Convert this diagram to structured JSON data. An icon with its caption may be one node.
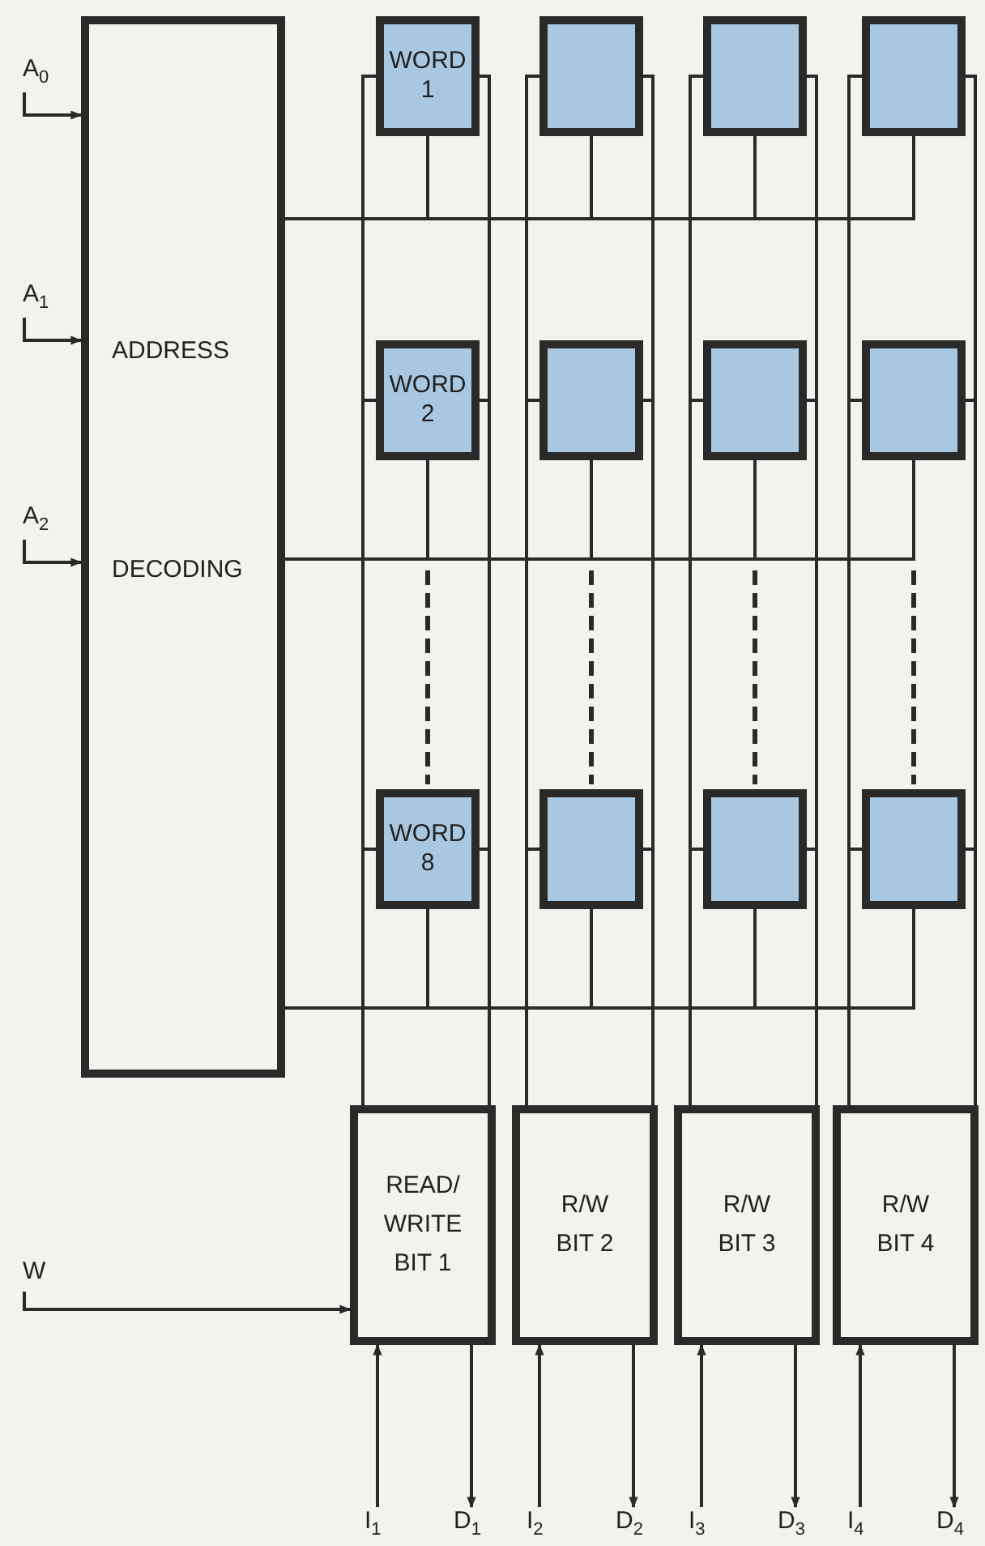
{
  "diagram": {
    "nodes": [
      {
        "text": [
          "ADDRESS",
          "DECODING"
        ]
      },
      {
        "text": [
          "WORD 1"
        ]
      },
      {
        "text": [],
        "shape": "box"
      },
      {
        "text": [],
        "shape": "box"
      },
      {
        "text": [],
        "shape": "box"
      },
      {
        "text": [
          "WORD 2"
        ]
      },
      {
        "text": [],
        "shape": "box"
      },
      {
        "text": [],
        "shape": "box"
      },
      {
        "text": [],
        "shape": "box"
      },
      {
        "text": [
          "WORD 8"
        ]
      },
      {
        "text": [],
        "shape": "box"
      },
      {
        "text": [],
        "shape": "box"
      },
      {
        "text": [],
        "shape": "box"
      },
      {
        "text": [
          "READ/ WRITE BIT 1"
        ]
      },
      {
        "text": [
          "R/W BIT 2"
        ]
      },
      {
        "text": [
          "R/W BIT 3"
        ]
      },
      {
        "text": [
          "R/W BIT 4"
        ]
      },
      {
        "text": [
          "A$_{0}$"
        ]
      },
      {
        "text": [
          "A$_{1}$"
        ]
      },
      {
        "text": [
          "A$_{2}$"
        ]
      },
      {
        "text": [
          "W"
        ]
      },
      {
        "text": [
          "I$_{1}$"
        ]
      },
      {
        "text": [
          "D$_{1}$"
        ]
      },
      {
        "text": [
          "I$_{2}$"
        ]
      },
      {
        "text": [
          "D$_{2}$"
        ]
      },
      {
        "text": [
          "I$_{3}$"
        ]
      },
      {
        "text": [
          "D$_{3}$"
        ]
      },
      {
        "text": [
          "I$_{4}$"
        ]
      },
      {
        "text": [
          "D$_{4}$"
        ]
      }
    ],
    "edges": [
      {
        "from": 17,
        "to": 0,
        "arrow": "to"
      },
      {
        "from": 18,
        "to": 0,
        "arrow": "to"
      },
      {
        "from": 19,
        "to": 0,
        "arrow": "to"
      },
      {
        "from": 0,
        "to": 1,
        "arrow": "none"
      },
      {
        "from": 0,
        "to": 2,
        "arrow": "none"
      },
      {
        "from": 0,
        "to": 3,
        "arrow": "none"
      },
      {
        "from": 0,
        "to": 4,
        "arrow": "none"
      },
      {
        "from": 0,
        "to": 5,
        "arrow": "none"
      },
      {
        "from": 0,
        "to": 6,
        "arrow": "none"
      },
      {
        "from": 0,
        "to": 7,
        "arrow": "none"
      },
      {
        "from": 0,
        "to": 8,
        "arrow": "none"
      },
      {
        "from": 0,
        "to": 9,
        "arrow": "none"
      },
      {
        "from": 0,
        "to": 10,
        "arrow": "none"
      },
      {
        "from": 0,
        "to": 11,
        "arrow": "none"
      },
      {
        "from": 0,
        "to": 12,
        "arrow": "none"
      },
      {
        "from": 1,
        "to": 13,
        "arrow": "none"
      },
      {
        "from": 2,
        "to": 14,
        "arrow": "none"
      },
      {
        "from": 3,
        "to": 15,
        "arrow": "none"
      },
      {
        "from": 4,
        "to": 16,
        "arrow": "none"
      },
      {
        "from": 5,
        "to": 13,
        "arrow": "none"
      },
      {
        "from": 6,
        "to": 14,
        "arrow": "none"
      },
      {
        "from": 7,
        "to": 15,
        "arrow": "none"
      },
      {
        "from": 8,
        "to": 16,
        "arrow": "none"
      },
      {
        "from": 9,
        "to": 13,
        "arrow": "none"
      },
      {
        "from": 10,
        "to": 14,
        "arrow": "none"
      },
      {
        "from": 11,
        "to": 15,
        "arrow": "none"
      },
      {
        "from": 12,
        "to": 16,
        "arrow": "none"
      },
      {
        "from": 20,
        "to": 13,
        "arrow": "to"
      },
      {
        "from": 21,
        "to": 13,
        "arrow": "to"
      },
      {
        "from": 13,
        "to": 22,
        "arrow": "to"
      },
      {
        "from": 23,
        "to": 14,
        "arrow": "to"
      },
      {
        "from": 14,
        "to": 24,
        "arrow": "to"
      },
      {
        "from": 25,
        "to": 15,
        "arrow": "to"
      },
      {
        "from": 15,
        "to": 26,
        "arrow": "to"
      },
      {
        "from": 27,
        "to": 16,
        "arrow": "to"
      },
      {
        "from": 16,
        "to": 28,
        "arrow": "to"
      }
    ]
  }
}
